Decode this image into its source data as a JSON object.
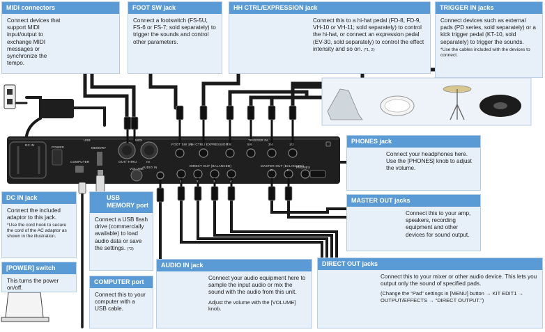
{
  "boxes": {
    "midi": {
      "title": "MIDI connectors",
      "text": "Connect devices that support MIDI input/output to exchange MIDI messages or synchronize the tempo."
    },
    "footsw": {
      "title": "FOOT SW jack",
      "text": "Connect a footswitch (FS-5U, FS-6 or FS-7; sold separately) to trigger the sounds and control other parameters."
    },
    "hhctrl": {
      "title": "HH CTRL/EXPRESSION jack",
      "text": "Connect this to a hi-hat pedal (FD-8, FD-9, VH-10 or VH-11; sold separately) to control the hi-hat, or connect an expression pedal (EV-30, sold separately) to control the effect intensity and so on.",
      "ref": "(*1, 2)"
    },
    "trigger": {
      "title": "TRIGGER IN jacks",
      "text": "Connect devices such as external pads (PD series, sold separately) or a kick trigger pedal (KT-10, sold separately) to trigger the sounds.",
      "note": "*Use the cables included with the devices to connect."
    },
    "phones": {
      "title": "PHONES jack",
      "text": "Connect your headphones here. Use the [PHONES] knob to adjust the volume."
    },
    "masterout": {
      "title": "MASTER OUT jacks",
      "text": "Connect this to your amp, speakers, recording equipment and other devices for sound output."
    },
    "dcin": {
      "title": "DC IN jack",
      "text": "Connect the included adaptor to this jack.",
      "note": "*Use the cord hook to secure the cord of the AC adaptor as shown in the illustration."
    },
    "power": {
      "title": "[POWER] switch",
      "text": "This turns the power on/off."
    },
    "usbmem": {
      "title": "USB MEMORY port",
      "text": "Connect a USB flash drive (commercially available) to load audio data or save the settings.",
      "ref": "(*3)"
    },
    "computer": {
      "title": "COMPUTER port",
      "text": "Connect this to your computer with a USB cable."
    },
    "audioin": {
      "title": "AUDIO IN jack",
      "text": "Connect your audio equipment here to sample the input audio or mix the sound with the audio from this unit.",
      "text2": "Adjust the volume with the [VOLUME] knob."
    },
    "directout": {
      "title": "DIRECT OUT jacks",
      "text": "Connect this to your mixer or other audio device. This lets you output only the sound of specified pads.",
      "note": "(Change the “Pad” settings in [MENU] button → KIT EDIT1 → OUTPUT/EFFECTS → “DIRECT OUTPUT.”)"
    }
  },
  "panel": {
    "usb": "USB",
    "memory": "MEMORY",
    "computer": "COMPUTER",
    "power": "POWER",
    "dc_in": "DC IN",
    "midi": "MIDI",
    "out_thru": "OUT/ THRU",
    "in": "IN",
    "audio_in": "AUDIO IN",
    "volume": "VOLUME",
    "foot_sw": "FOOT SW 1/2",
    "hh_ctrl": "HH CTRL/ EXPRESSION",
    "trigger_in": "TRIGGER IN",
    "trig_labels": [
      "7/8",
      "5/6",
      "3/4",
      "1/2"
    ],
    "direct_out": "DIRECT OUT (BALANCED)",
    "direct_labels": [
      "1",
      "2",
      "3",
      "4"
    ],
    "master_out": "MASTER OUT (BALANCED)",
    "master_r": "R",
    "master_l": "L",
    "phones": "PHONES"
  },
  "colors": {
    "header": "#5b9bd5",
    "box_bg": "#e7eff8",
    "cable": "#1a1a1a",
    "panel": "#1f1f1f"
  }
}
